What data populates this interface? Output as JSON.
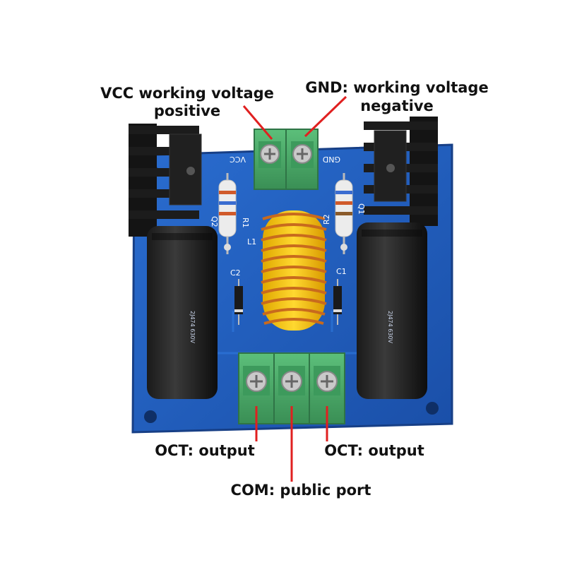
{
  "labels": {
    "vcc_line1": "VCC working voltage",
    "vcc_line2": "positive",
    "gnd_line1": "GND: working voltage",
    "gnd_line2": "negative",
    "oct_left": "OCT: output",
    "oct_right": "OCT: output",
    "com": "COM: public port"
  },
  "silkscreen": {
    "vcc": "VCC",
    "gnd": "GND",
    "r1": "R1",
    "r2": "R2",
    "l1": "L1",
    "c1": "C1",
    "c2": "C2",
    "q1": "Q1",
    "q2": "Q2"
  },
  "colors": {
    "board": "#1f5ec2",
    "terminal": "#4daa6a",
    "coil_core": "#f5c400",
    "copper": "#c86a1d",
    "heatsink": "#141414",
    "callout_line": "#e02020"
  }
}
